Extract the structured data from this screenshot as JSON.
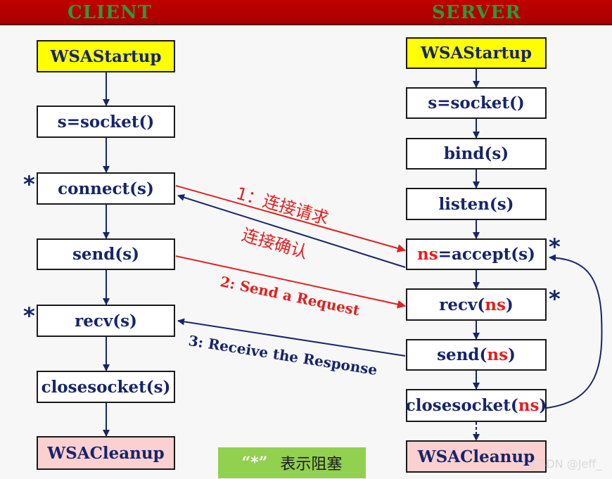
{
  "header": {
    "client": "CLIENT",
    "server": "SERVER"
  },
  "client_boxes": [
    {
      "label": "WSAStartup"
    },
    {
      "label": "s=socket()"
    },
    {
      "label": "connect(s)"
    },
    {
      "label": "send(s)"
    },
    {
      "label": "recv(s)"
    },
    {
      "label": "closesocket(s)"
    },
    {
      "label": "WSACleanup"
    }
  ],
  "server_boxes": {
    "startup": "WSAStartup",
    "socket": "s=socket()",
    "bind": "bind(s)",
    "listen": "listen(s)",
    "accept": {
      "prefix": "ns",
      "suffix": "=accept(s)"
    },
    "recv": {
      "prefix": "recv(",
      "var": "ns",
      "suffix": ")"
    },
    "send": {
      "prefix": "send(",
      "var": "ns",
      "suffix": ")"
    },
    "close": {
      "prefix": "closesocket(",
      "var": "ns",
      "suffix": ")"
    },
    "cleanup": "WSACleanup"
  },
  "annotations": {
    "conn_request": "1：连接请求",
    "conn_confirm": "连接确认",
    "send_request": "2: Send a Request",
    "receive_response": "3: Receive the Response",
    "star": "*"
  },
  "legend": {
    "symbol": "“*”",
    "text": "表示阻塞"
  },
  "watermark": "CSDN @Jeff_",
  "colors": {
    "navy": "#16256b",
    "red": "#e02020",
    "header": "#b00000",
    "title_green": "#2a9a3a"
  }
}
